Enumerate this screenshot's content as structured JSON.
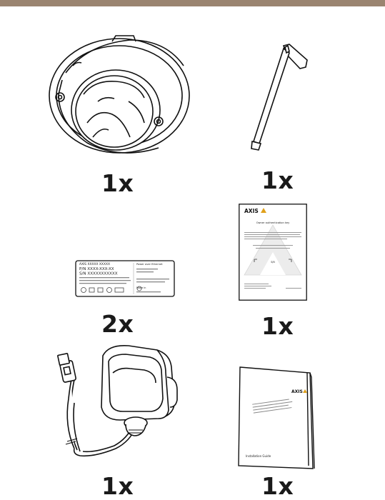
{
  "contents": {
    "dome_camera": {
      "quantity": "1x"
    },
    "security_key": {
      "quantity": "1x"
    },
    "label_sticker": {
      "quantity": "2x",
      "lines_left": [
        "AXIS XXXXX XXXXX",
        "P/N XXXX-XXX-XX",
        "S/N XXXXXXXXXXX"
      ],
      "lines_right": [
        "Power over Ethernet",
        "Made in"
      ]
    },
    "authentication_key": {
      "quantity": "1x",
      "brand": "AXIS",
      "title": "Owner authentication key",
      "field_label": "S/N"
    },
    "power_adapter": {
      "quantity": "1x"
    },
    "installation_guide": {
      "quantity": "1x",
      "brand": "AXIS",
      "footer": "Installation Guide"
    }
  }
}
